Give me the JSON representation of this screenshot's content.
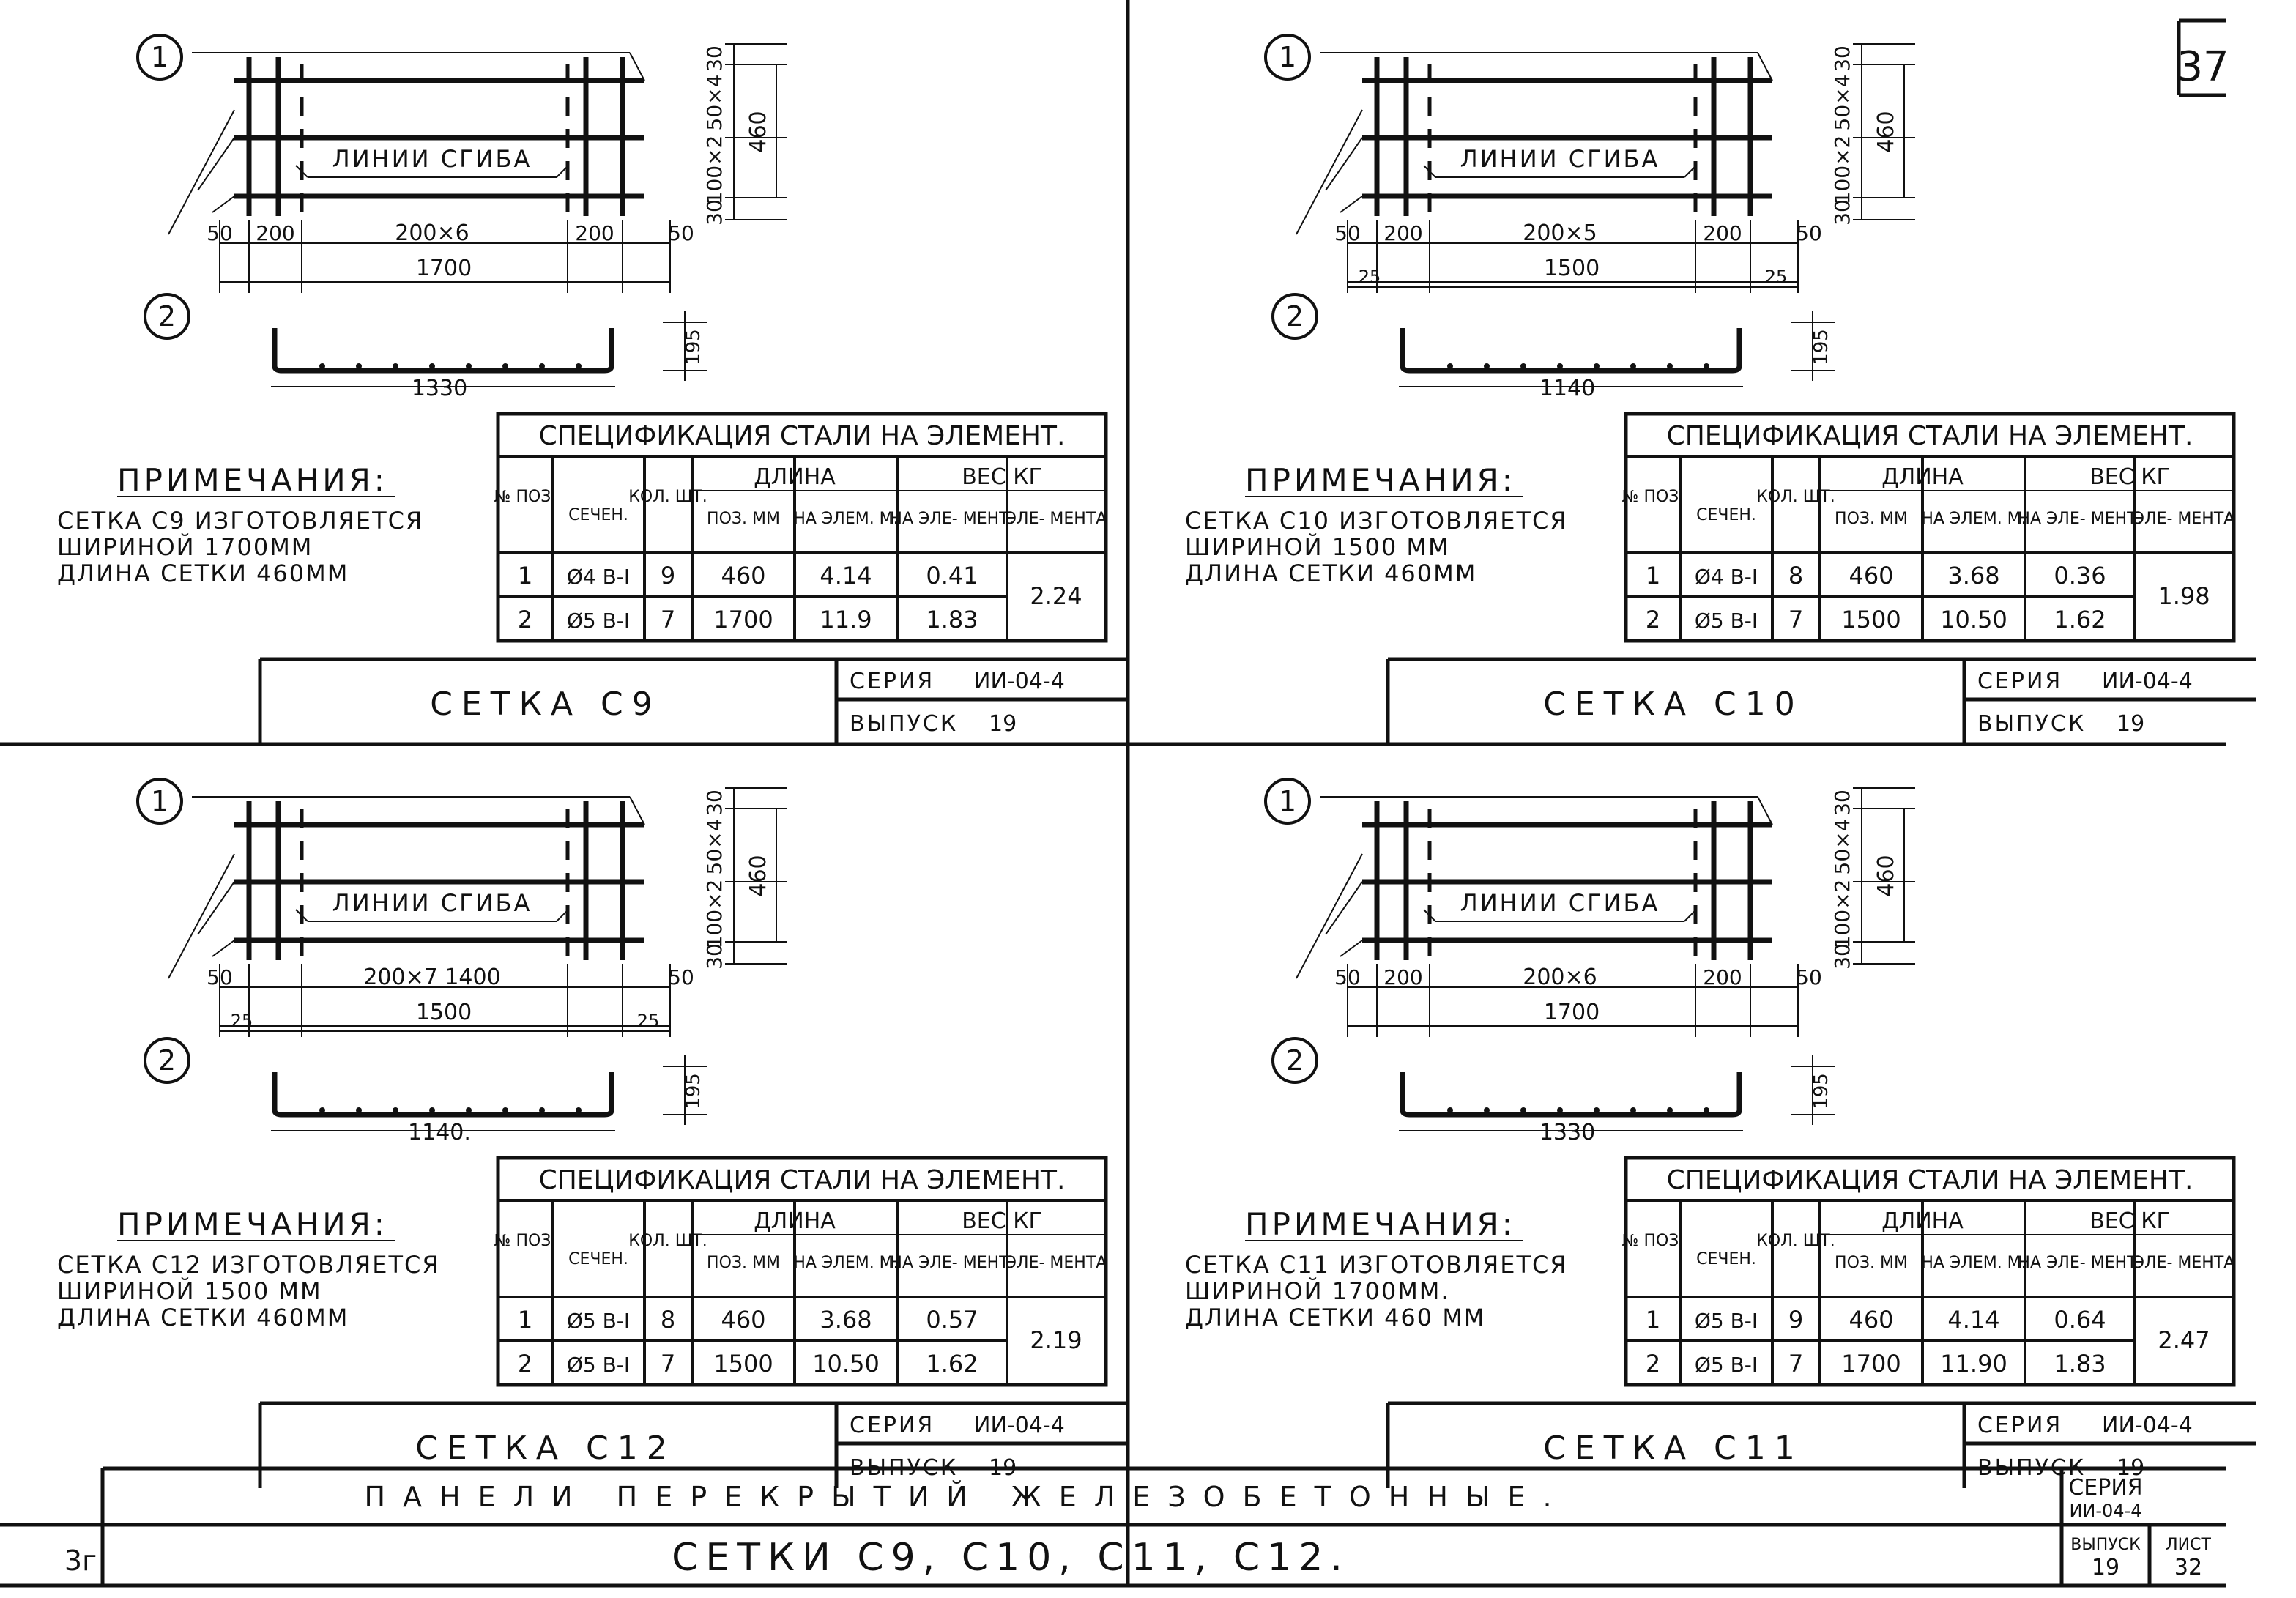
{
  "sheet_number": "37",
  "common": {
    "bend_label": "ЛИНИИ СГИБА",
    "notes_title": "ПРИМЕЧАНИЯ:",
    "spec_title": "СПЕЦИФИКАЦИЯ СТАЛИ НА ЭЛЕМЕНТ.",
    "headers": {
      "pos": "№ ПОЗ.",
      "section": "СЕЧЕН.",
      "qty": "КОЛ. ШТ.",
      "length": "ДЛИНА",
      "weight": "ВЕС КГ",
      "len_pos": "ПОЗ. ММ",
      "len_elem": "НА ЭЛЕМ. М.",
      "w_elem": "НА ЭЛЕ- МЕНТ.",
      "w_total": "ЭЛЕ- МЕНТА"
    },
    "series_label": "СЕРИЯ",
    "series_value": "ИИ-04-4",
    "issue_label": "ВЫПУСК",
    "issue_value": "19"
  },
  "panels": [
    {
      "title": "СЕТКА С9",
      "pos1": "1",
      "pos2": "2",
      "dim_top": "30",
      "dim_a": "50×4",
      "dim_b": "100×2",
      "dim_bot": "30",
      "dim_total": "460",
      "dim_left": "50",
      "dim_l2": "200",
      "dim_mid": "200×6",
      "dim_r2": "200",
      "dim_right": "50",
      "dim_width": "1700",
      "dim_off": "",
      "bend_len": "1330",
      "bend_h": "195",
      "notes": [
        "СЕТКА С9 ИЗГОТОВЛЯЕТСЯ",
        "ШИРИНОЙ 1700ММ",
        "ДЛИНА СЕТКИ 460ММ"
      ],
      "rows": [
        {
          "pos": "1",
          "section": "Ø4 B-I",
          "qty": "9",
          "len_pos": "460",
          "len_elem": "4.14",
          "w_elem": "0.41"
        },
        {
          "pos": "2",
          "section": "Ø5 B-I",
          "qty": "7",
          "len_pos": "1700",
          "len_elem": "11.9",
          "w_elem": "1.83"
        }
      ],
      "total": "2.24"
    },
    {
      "title": "СЕТКА С10",
      "pos1": "1",
      "pos2": "2",
      "dim_top": "30",
      "dim_a": "50×4",
      "dim_b": "100×2",
      "dim_bot": "30",
      "dim_total": "460",
      "dim_left": "50",
      "dim_l2": "200",
      "dim_mid": "200×5",
      "dim_r2": "200",
      "dim_right": "50",
      "dim_width": "1500",
      "dim_off": "25",
      "bend_len": "1140",
      "bend_h": "195",
      "notes": [
        "СЕТКА С10 ИЗГОТОВЛЯЕТСЯ",
        "ШИРИНОЙ 1500 ММ",
        "ДЛИНА СЕТКИ 460ММ"
      ],
      "rows": [
        {
          "pos": "1",
          "section": "Ø4 B-I",
          "qty": "8",
          "len_pos": "460",
          "len_elem": "3.68",
          "w_elem": "0.36"
        },
        {
          "pos": "2",
          "section": "Ø5 B-I",
          "qty": "7",
          "len_pos": "1500",
          "len_elem": "10.50",
          "w_elem": "1.62"
        }
      ],
      "total": "1.98"
    },
    {
      "title": "СЕТКА С12",
      "pos1": "1",
      "pos2": "2",
      "dim_top": "30",
      "dim_a": "50×4",
      "dim_b": "100×2",
      "dim_bot": "30",
      "dim_total": "460",
      "dim_left": "50",
      "dim_l2": "",
      "dim_mid": "200×7 1400",
      "dim_r2": "",
      "dim_right": "50",
      "dim_width": "1500",
      "dim_off": "25",
      "bend_len": "1140.",
      "bend_h": "195",
      "notes": [
        "СЕТКА С12 ИЗГОТОВЛЯЕТСЯ",
        "ШИРИНОЙ 1500 ММ",
        "ДЛИНА СЕТКИ 460ММ"
      ],
      "rows": [
        {
          "pos": "1",
          "section": "Ø5 B-I",
          "qty": "8",
          "len_pos": "460",
          "len_elem": "3.68",
          "w_elem": "0.57"
        },
        {
          "pos": "2",
          "section": "Ø5 B-I",
          "qty": "7",
          "len_pos": "1500",
          "len_elem": "10.50",
          "w_elem": "1.62"
        }
      ],
      "total": "2.19"
    },
    {
      "title": "СЕТКА С11",
      "pos1": "1",
      "pos2": "2",
      "dim_top": "30",
      "dim_a": "50×4",
      "dim_b": "100×2",
      "dim_bot": "30",
      "dim_total": "460",
      "dim_left": "50",
      "dim_l2": "200",
      "dim_mid": "200×6",
      "dim_r2": "200",
      "dim_right": "50",
      "dim_width": "1700",
      "dim_off": "",
      "bend_len": "1330",
      "bend_h": "195",
      "notes": [
        "СЕТКА С11 ИЗГОТОВЛЯЕТСЯ",
        "ШИРИНОЙ 1700ММ.",
        "ДЛИНА СЕТКИ 460 ММ"
      ],
      "rows": [
        {
          "pos": "1",
          "section": "Ø5 B-I",
          "qty": "9",
          "len_pos": "460",
          "len_elem": "4.14",
          "w_elem": "0.64"
        },
        {
          "pos": "2",
          "section": "Ø5 B-I",
          "qty": "7",
          "len_pos": "1700",
          "len_elem": "11.90",
          "w_elem": "1.83"
        }
      ],
      "total": "2.47"
    }
  ],
  "title_block": {
    "row1": "ПАНЕЛИ ПЕРЕКРЫТИЙ ЖЕЛЕЗОБЕТОННЫЕ.",
    "row2": "СЕТКИ С9, С10, С11, С12.",
    "left_mark": "3г",
    "series_label": "СЕРИЯ",
    "series_value": "ИИ-04-4",
    "issue_label": "ВЫПУСК",
    "issue_value": "19",
    "sheet_label": "ЛИСТ",
    "sheet_value": "32"
  }
}
